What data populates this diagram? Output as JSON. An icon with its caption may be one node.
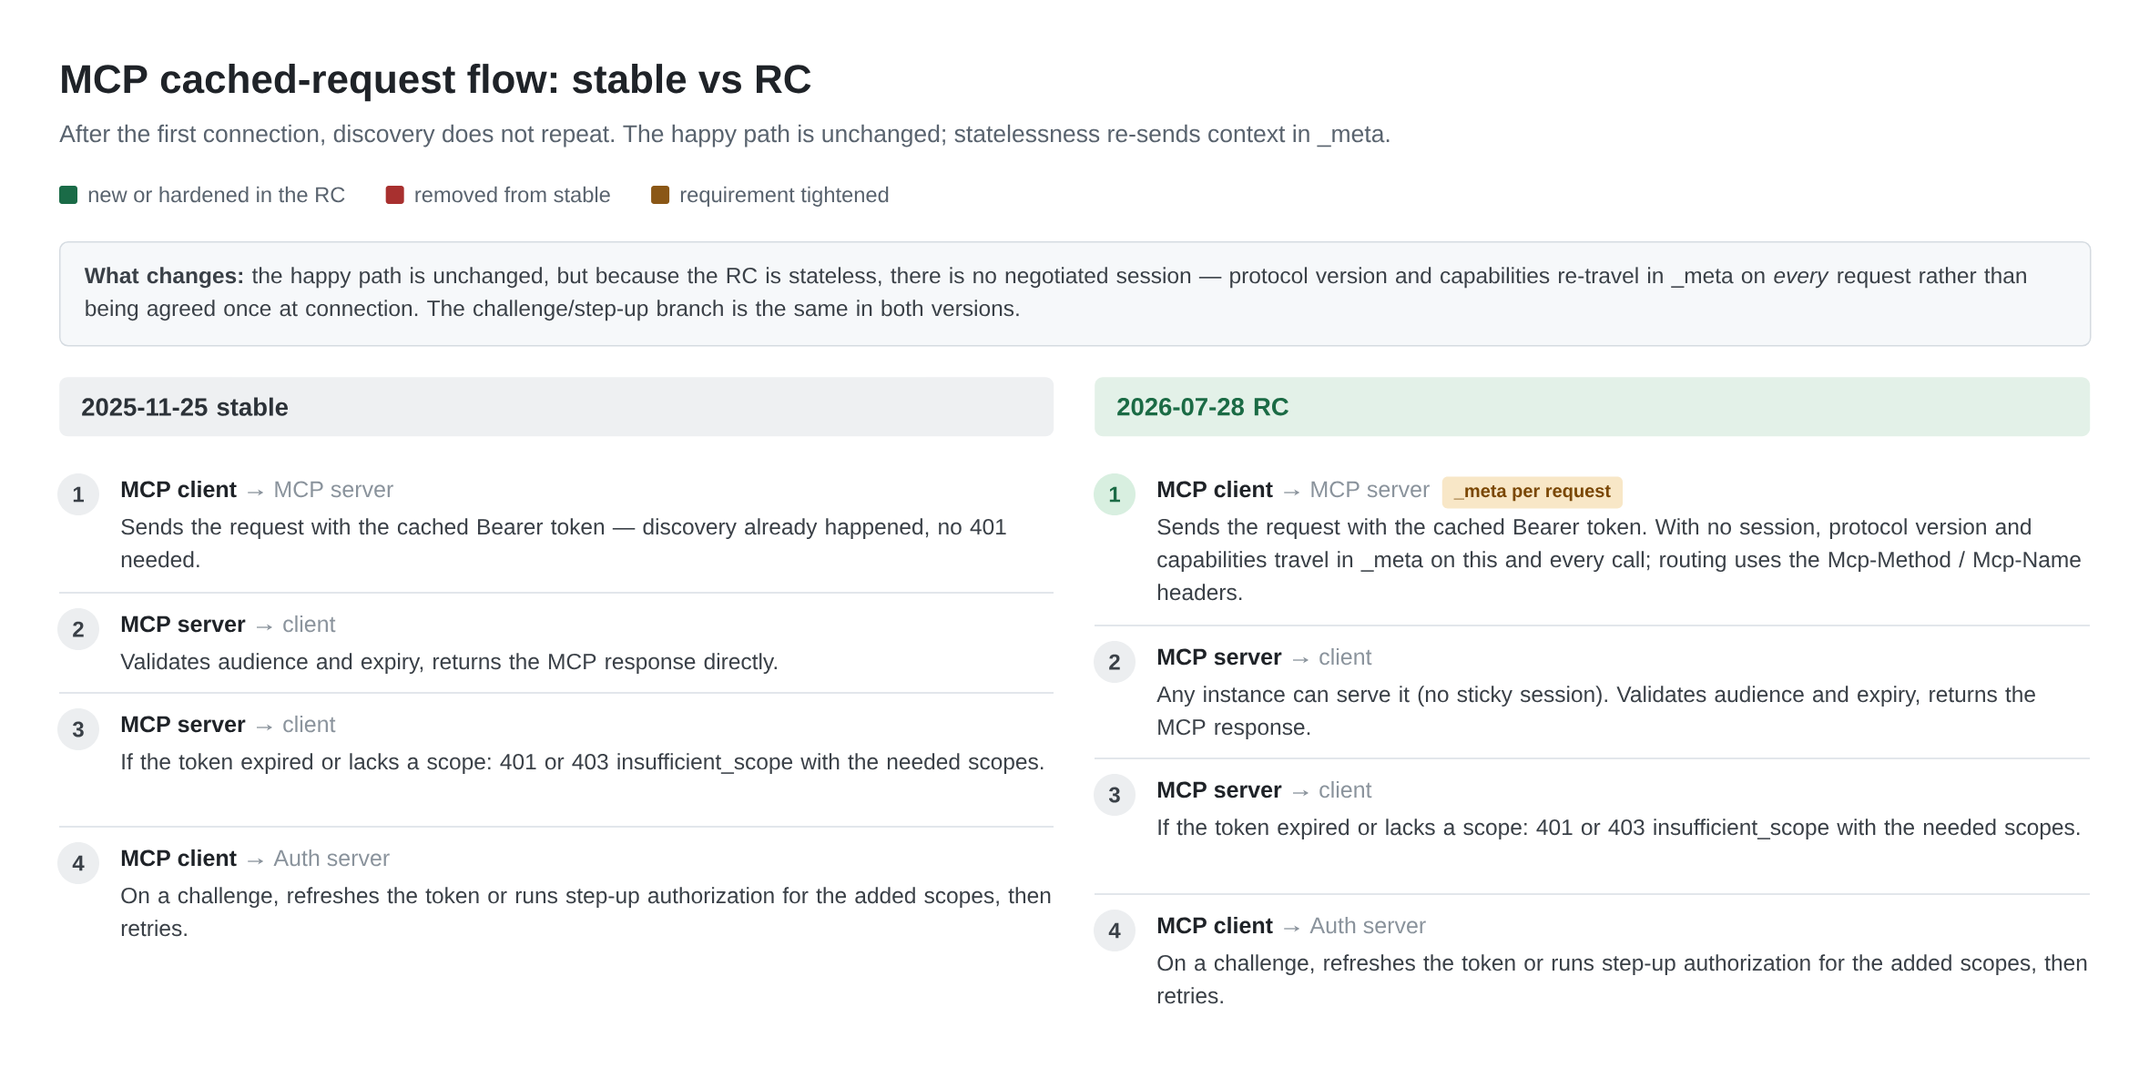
{
  "diagram": {
    "title": "MCP cached-request flow: stable vs RC",
    "nodes": [
      {
        "text": [
          "**What changes:** the happy path is unchanged, but because the RC is stateless, there is no negotiated session — protocol version and capabilities re-travel in _meta on *every* request rather than being agreed once at connection. The challenge/step-up branch is the same in both versions."
        ]
      },
      {
        "text": [
          "2025-11-25 stable"
        ]
      },
      {
        "text": [
          "1"
        ],
        "beside": [
          "Sends the request with the cached Bearer token — discovery already happened, no 401 needed."
        ]
      },
      {
        "text": [
          "MCP client"
        ]
      },
      {
        "text": [
          "MCP server"
        ]
      },
      {
        "text": [
          "2"
        ],
        "beside": [
          "Validates audience and expiry, returns the MCP response directly."
        ]
      },
      {
        "text": [
          "MCP server"
        ]
      },
      {
        "text": [
          "client"
        ]
      },
      {
        "text": [
          "3"
        ],
        "beside": [
          "If the token expired or lacks a scope: 401 or 403 insufficient_scope with the needed scopes."
        ]
      },
      {
        "text": [
          "MCP server"
        ]
      },
      {
        "text": [
          "client"
        ]
      },
      {
        "text": [
          "4"
        ],
        "beside": [
          "On a challenge, refreshes the token or runs step-up authorization for the added scopes, then retries."
        ]
      },
      {
        "text": [
          "MCP client"
        ]
      },
      {
        "text": [
          "Auth server"
        ]
      },
      {
        "text": [
          "2026-07-28 RC"
        ]
      },
      {
        "text": [
          "1"
        ],
        "beside": [
          "Sends the request with the cached Bearer token. With no session, protocol version and capabilities travel in _meta on this and every call; routing uses the Mcp-Method / Mcp-Name headers."
        ]
      },
      {
        "text": [
          "MCP client"
        ]
      },
      {
        "text": [
          "MCP server"
        ]
      },
      {
        "text": [
          "_meta per request"
        ]
      },
      {
        "text": [
          "2"
        ],
        "beside": [
          "Any instance can serve it (no sticky session). Validates audience and expiry, returns the MCP response."
        ]
      },
      {
        "text": [
          "MCP server"
        ]
      },
      {
        "text": [
          "client"
        ]
      },
      {
        "text": [
          "3"
        ],
        "beside": [
          "If the token expired or lacks a scope: 401 or 403 insufficient_scope with the needed scopes."
        ]
      },
      {
        "text": [
          "MCP server"
        ]
      },
      {
        "text": [
          "client"
        ]
      },
      {
        "text": [
          "4"
        ],
        "beside": [
          "On a challenge, refreshes the token or runs step-up authorization for the added scopes, then retries."
        ]
      },
      {
        "text": [
          "MCP client"
        ]
      },
      {
        "text": [
          "Auth server"
        ]
      }
    ],
    "edges": [
      {
        "from": 3,
        "to": 4,
        "arrow": "to"
      },
      {
        "from": 6,
        "to": 7,
        "arrow": "to"
      },
      {
        "from": 9,
        "to": 10,
        "arrow": "to"
      },
      {
        "from": 12,
        "to": 13,
        "arrow": "to"
      },
      {
        "from": 16,
        "to": 17,
        "arrow": "to"
      },
      {
        "from": 20,
        "to": 21,
        "arrow": "to"
      },
      {
        "from": 23,
        "to": 24,
        "arrow": "to"
      },
      {
        "from": 26,
        "to": 27,
        "arrow": "to"
      }
    ],
    "labels": [
      "After the first connection, discovery does not repeat. The happy path is unchanged; statelessness re-sends context in _meta."
    ],
    "legend": [
      {
        "text": "new or hardened in the RC",
        "color": "#1a6b47"
      },
      {
        "text": "removed from stable",
        "color": "#a8302f"
      },
      {
        "text": "requirement tightened",
        "color": "#8a5716"
      }
    ]
  }
}
